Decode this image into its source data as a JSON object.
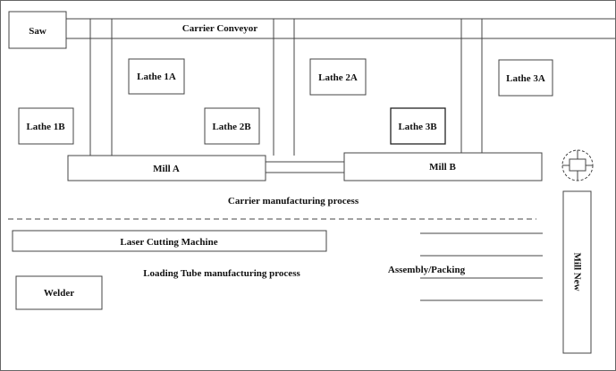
{
  "labels": {
    "saw": "Saw",
    "carrier_conveyor": "Carrier Conveyor",
    "lathe_1a": "Lathe 1A",
    "lathe_1b": "Lathe 1B",
    "lathe_2a": "Lathe 2A",
    "lathe_2b": "Lathe 2B",
    "lathe_3a": "Lathe 3A",
    "lathe_3b": "Lathe 3B",
    "mill_a": "Mill A",
    "mill_b": "Mill B",
    "mill_new": "Mill New",
    "carrier_process": "Carrier manufacturing process",
    "laser_cutting": "Laser Cutting Machine",
    "loading_tube_process": "Loading Tube manufacturing process",
    "welder": "Welder",
    "assembly_packing": "Assembly/Packing"
  }
}
